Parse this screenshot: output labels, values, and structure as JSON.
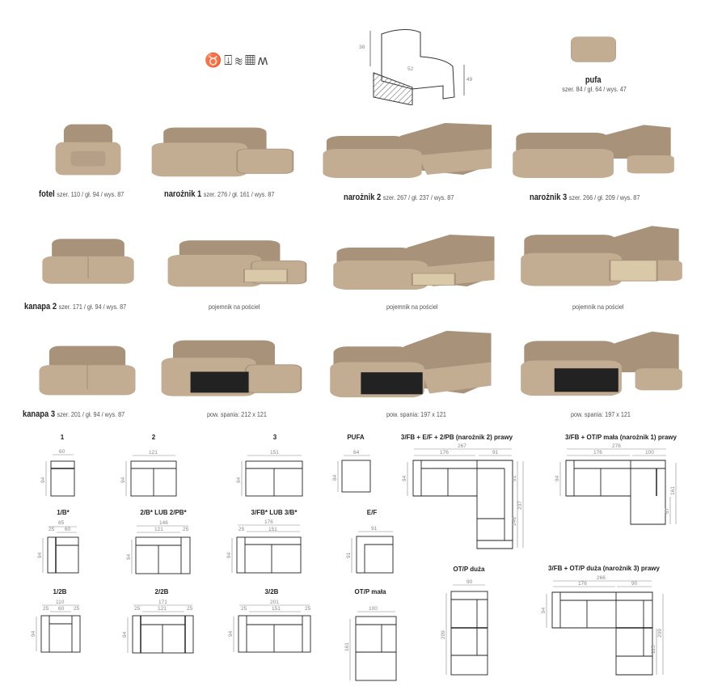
{
  "header": {
    "icons": [
      "leather-icon",
      "recliner-icon",
      "foam-layers-icon",
      "pocket-spring-icon",
      "wavy-spring-icon"
    ],
    "seat_dims": {
      "back": "38",
      "seat_depth": "52",
      "seat_height": "49"
    },
    "pufa": {
      "name": "pufa",
      "dims": "szer. 84 / gł. 64 / wys. 47"
    }
  },
  "colors": {
    "leather": "#c2ad92",
    "leather_dark": "#a8927a",
    "bed": "#222222"
  },
  "products": [
    {
      "name": "fotel",
      "dims": "szer. 110 / gł. 94 / wys. 87"
    },
    {
      "name": "narożnik 1",
      "dims": "szer. 276 / gł. 161 / wys. 87"
    },
    {
      "name": "narożnik 2",
      "dims": "szer. 267 / gł. 237 / wys. 87"
    },
    {
      "name": "narożnik 3",
      "dims": "szer. 266 / gł. 209 / wys. 87"
    },
    {
      "name": "kanapa 2",
      "dims": "szer. 171 / gł. 94 / wys. 87"
    },
    {
      "name": "kanapa 3",
      "dims": "szer. 201 / gł. 94 / wys. 87"
    }
  ],
  "notes": {
    "storage": "pojemnik na pościel",
    "sleep1": "pow. spania: 212 x 121",
    "sleep2": "pow. spania: 197 x 121",
    "sleep3": "pow. spania: 197 x 121"
  },
  "diagrams": {
    "d1": {
      "title": "1",
      "w": "60",
      "d": "94"
    },
    "d2": {
      "title": "2",
      "w": "121",
      "d": "94"
    },
    "d3": {
      "title": "3",
      "w": "151",
      "d": "94"
    },
    "pufa": {
      "title": "PUFA",
      "w": "64",
      "d": "84"
    },
    "d1b": {
      "title": "1/B*",
      "total": "85",
      "arm": "25",
      "seat": "60",
      "d": "94"
    },
    "d2b": {
      "title": "2/B* LUB 2/PB*",
      "total": "146",
      "seat": "121",
      "arm": "25",
      "d": "94"
    },
    "d3fb": {
      "title": "3/FB* LUB 3/B*",
      "total": "176",
      "arm": "25",
      "seat": "151",
      "d": "94"
    },
    "ef": {
      "title": "E/F",
      "w": "91",
      "d": "91"
    },
    "d12b": {
      "title": "1/2B",
      "total": "110",
      "arm1": "25",
      "seat": "60",
      "arm2": "25",
      "d": "94"
    },
    "d22b": {
      "title": "2/2B",
      "total": "171",
      "arm1": "25",
      "seat": "121",
      "arm2": "25",
      "d": "94"
    },
    "d32b": {
      "title": "3/2B",
      "total": "201",
      "arm1": "25",
      "seat": "151",
      "arm2": "25",
      "d": "94"
    },
    "otpm": {
      "title": "OT/P mała",
      "w": "100",
      "d": "161"
    },
    "c2": {
      "title": "3/FB + E/F + 2/PB (narożnik 2) prawy",
      "total": "267",
      "a": "176",
      "b": "91",
      "d": "94",
      "d2": "91",
      "d3": "146",
      "d4": "237"
    },
    "c1": {
      "title": "3/FB + OT/P mała (narożnik 1) prawy",
      "total": "276",
      "a": "176",
      "b": "100",
      "d": "94",
      "d2": "67",
      "d3": "161"
    },
    "otpd": {
      "title": "OT/P duża",
      "w": "90",
      "d": "209"
    },
    "c3": {
      "title": "3/FB + OT/P duża (narożnik 3) prawy",
      "total": "266",
      "a": "176",
      "b": "90",
      "d": "94",
      "d2": "115",
      "d3": "209"
    }
  }
}
